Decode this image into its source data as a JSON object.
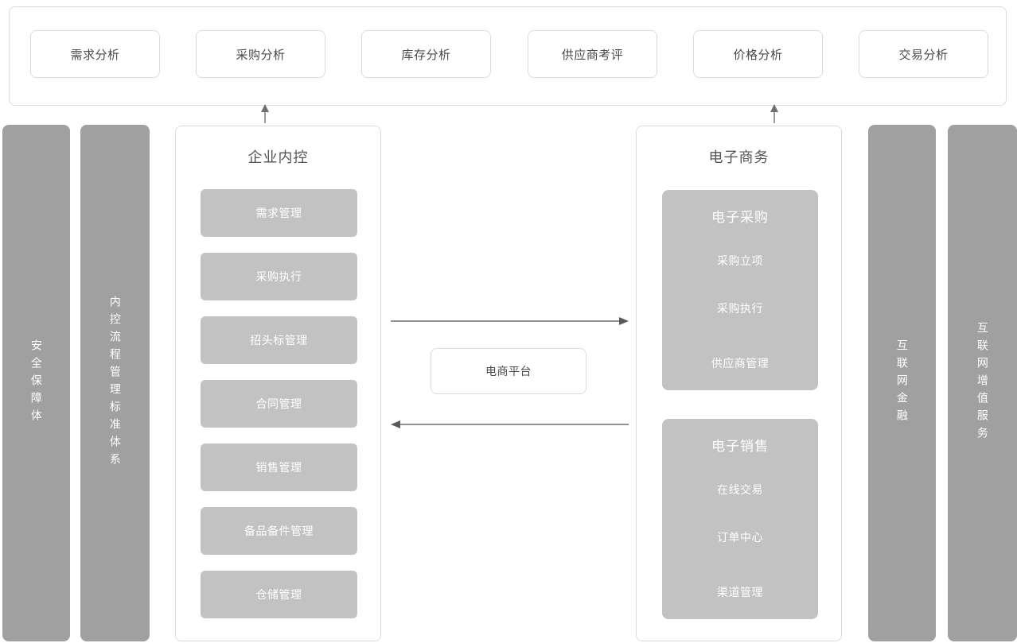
{
  "analytics_bar": {
    "chips": [
      {
        "label": "需求分析"
      },
      {
        "label": "采购分析"
      },
      {
        "label": "库存分析"
      },
      {
        "label": "供应商考评"
      },
      {
        "label": "价格分析"
      },
      {
        "label": "交易分析"
      }
    ]
  },
  "side_bars": {
    "left": [
      {
        "label": "安全保障体"
      },
      {
        "label": "内控流程管理标准体系"
      }
    ],
    "right": [
      {
        "label": "互联网金融"
      },
      {
        "label": "互联网增值服务"
      }
    ]
  },
  "internal_control_panel": {
    "title": "企业内控",
    "modules": [
      {
        "label": "需求管理"
      },
      {
        "label": "采购执行"
      },
      {
        "label": "招头标管理"
      },
      {
        "label": "合同管理"
      },
      {
        "label": "销售管理"
      },
      {
        "label": "备品备件管理"
      },
      {
        "label": "仓储管理"
      }
    ]
  },
  "ecommerce_panel": {
    "title": "电子商务",
    "groups": [
      {
        "title": "电子采购",
        "items": [
          {
            "label": "采购立项"
          },
          {
            "label": "采购执行"
          },
          {
            "label": "供应商管理"
          }
        ]
      },
      {
        "title": "电子销售",
        "items": [
          {
            "label": "在线交易"
          },
          {
            "label": "订单中心"
          },
          {
            "label": "渠道管理"
          }
        ]
      }
    ]
  },
  "platform": {
    "label": "电商平台"
  },
  "colors": {
    "side_bar_gray": "#a0a0a0",
    "module_gray": "#c2c2c2",
    "panel_border": "#dcdcdc",
    "arrow_gray": "#666666",
    "title_text": "#555555",
    "chip_text": "#4a4a4a",
    "module_text": "#ffffff",
    "background": "#ffffff"
  }
}
